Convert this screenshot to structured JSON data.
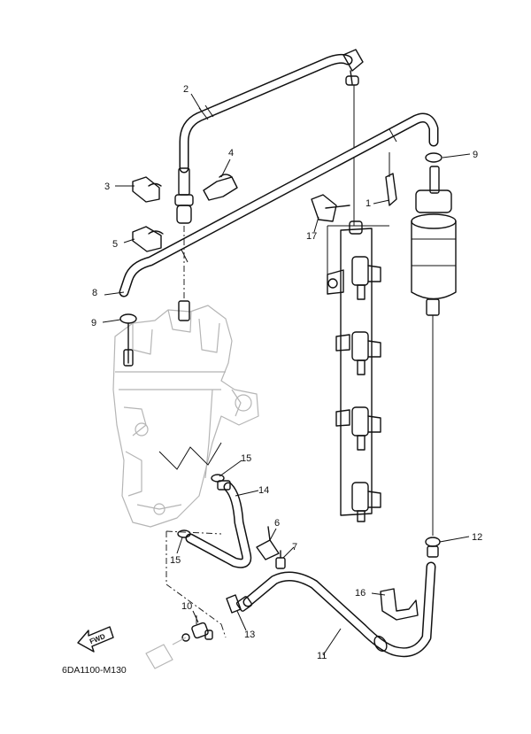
{
  "diagram_code": "6DA1100-M130",
  "fwd_label": "FWD",
  "callouts": {
    "c1": "1",
    "c2": "2",
    "c3": "3",
    "c4": "4",
    "c5": "5",
    "c6": "6",
    "c7": "7",
    "c8": "8",
    "c9a": "9",
    "c9b": "9",
    "c10": "10",
    "c11": "11",
    "c12": "12",
    "c13": "13",
    "c14": "14",
    "c15a": "15",
    "c15b": "15",
    "c16": "16",
    "c17": "17"
  }
}
